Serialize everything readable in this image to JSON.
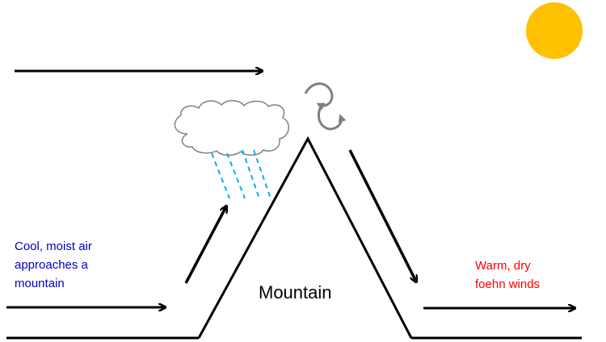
{
  "labels": {
    "cool_air": [
      "Cool, moist air",
      "approaches a",
      "mountain"
    ],
    "warm_winds": [
      "Warm, dry",
      "foehn winds"
    ],
    "mountain": "Mountain"
  },
  "icons": [
    "sun-icon",
    "cloud-icon",
    "rain-icon",
    "turbulence-swirl-icon",
    "arrow-icon"
  ],
  "colors": {
    "cool_text": "#0000c0",
    "warm_text": "#ff0000",
    "sun": "#ffc000",
    "rain": "#00b0f0",
    "cloud_stroke": "#808080",
    "swirl": "#7f7f7f",
    "line": "#000000"
  }
}
